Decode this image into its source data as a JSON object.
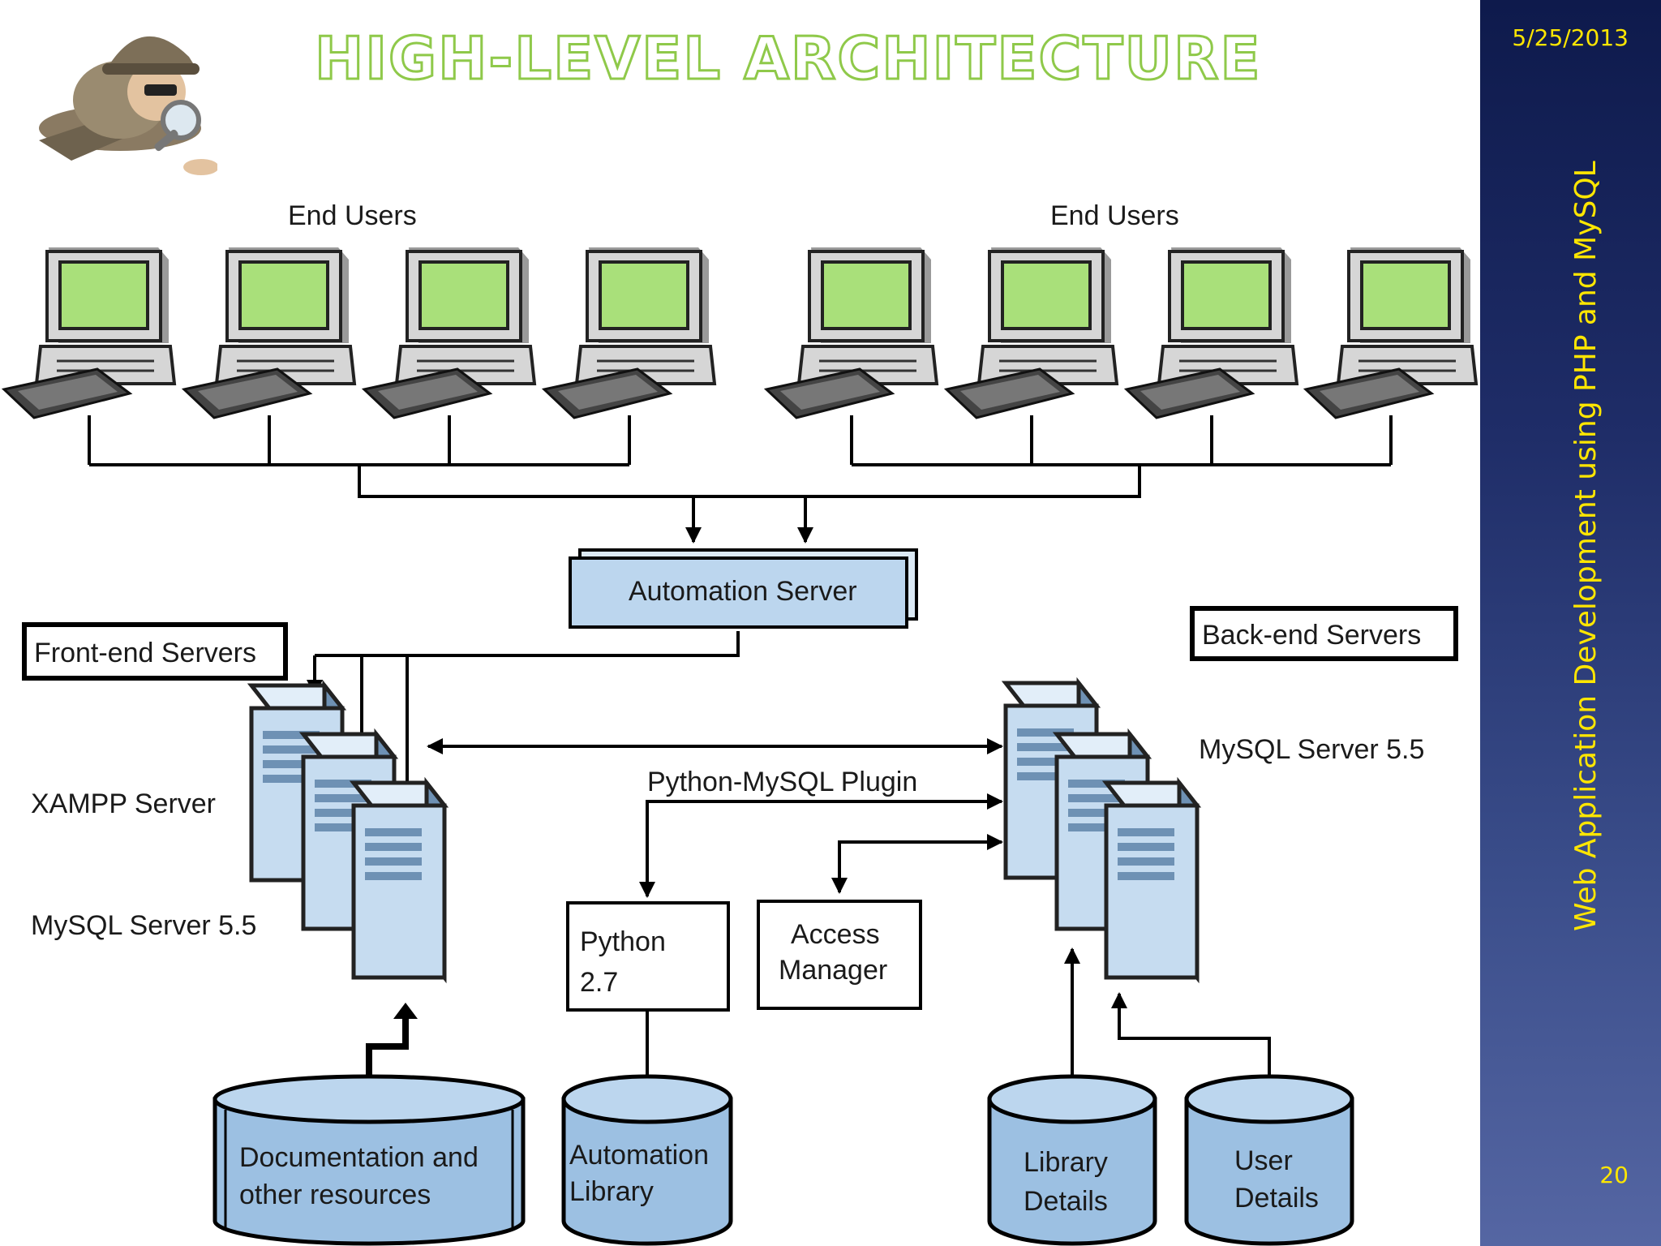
{
  "slide": {
    "title": "High-Level Architecture",
    "date": "5/25/2013",
    "course_title": "Web Application Development using PHP and MySQL",
    "page_number": "20"
  },
  "diagram": {
    "end_users_left": "End Users",
    "end_users_right": "End Users",
    "automation_server": "Automation Server",
    "front_end_servers": "Front-end Servers",
    "back_end_servers": "Back-end Servers",
    "xampp_server": "XAMPP Server",
    "mysql_server_left": "MySQL Server 5.5",
    "mysql_server_right": "MySQL Server 5.5",
    "python_mysql_plugin": "Python-MySQL Plugin",
    "python_box": [
      "Python",
      "2.7"
    ],
    "access_manager": [
      "Access",
      "Manager"
    ],
    "db_documentation": [
      "Documentation and",
      "other resources"
    ],
    "db_automation_library": [
      "Automation",
      "Library"
    ],
    "db_library_details": [
      "Library",
      "Details"
    ],
    "db_user_details": [
      "User",
      "Details"
    ]
  },
  "icons": {
    "mascot": "detective-with-magnifier-icon",
    "computer": "desktop-computer-icon",
    "server": "server-tower-icon",
    "database": "database-cylinder-icon"
  },
  "colors": {
    "title_outline": "#8fc94a",
    "sidebar_text": "#ffe600",
    "screen_green": "#a9e07a",
    "server_blue": "#c6dcf0",
    "db_blue": "#9cc0e2"
  }
}
